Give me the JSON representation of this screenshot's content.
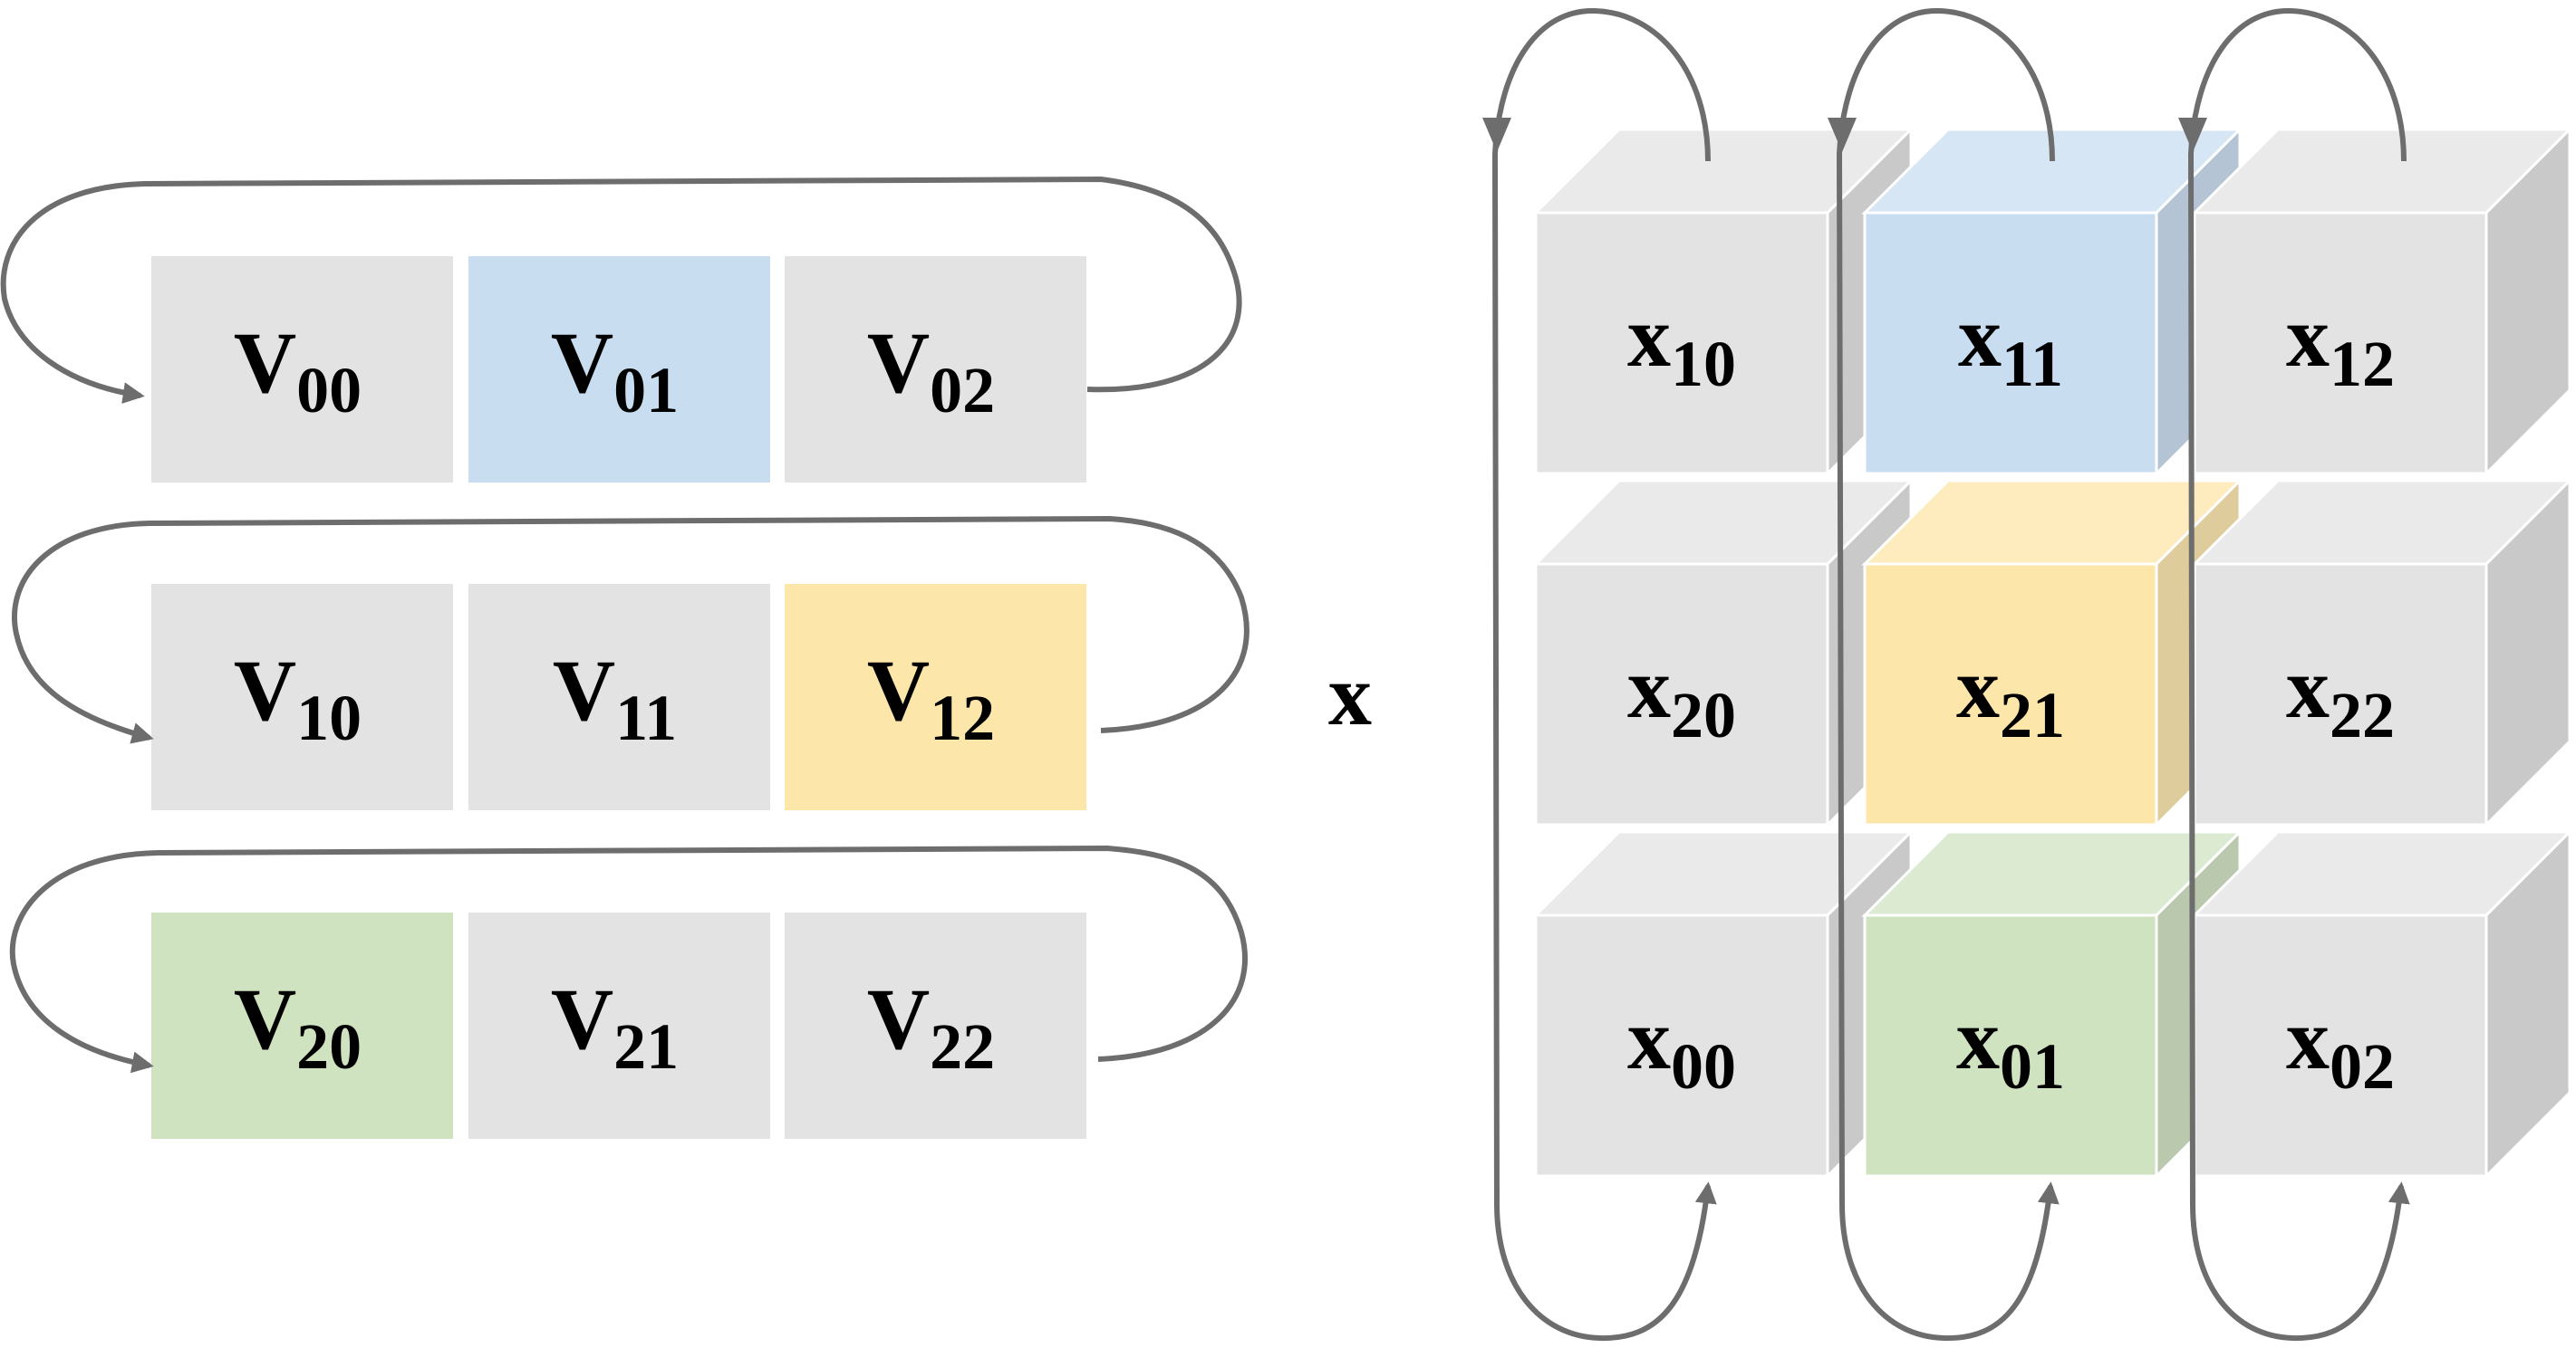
{
  "left_matrix": {
    "cells": [
      [
        {
          "base": "V",
          "sub": "00",
          "color": "#e3e3e3"
        },
        {
          "base": "V",
          "sub": "01",
          "color": "#c9ddf1"
        },
        {
          "base": "V",
          "sub": "02",
          "color": "#e3e3e3"
        }
      ],
      [
        {
          "base": "V",
          "sub": "10",
          "color": "#e3e3e3"
        },
        {
          "base": "V",
          "sub": "11",
          "color": "#e3e3e3"
        },
        {
          "base": "V",
          "sub": "12",
          "color": "#fde6a9"
        }
      ],
      [
        {
          "base": "V",
          "sub": "20",
          "color": "#cfe3c0"
        },
        {
          "base": "V",
          "sub": "21",
          "color": "#e3e3e3"
        },
        {
          "base": "V",
          "sub": "22",
          "color": "#e3e3e3"
        }
      ]
    ]
  },
  "operator": "x",
  "right_matrix": {
    "cells": [
      [
        {
          "base": "x",
          "sub": "10",
          "color": "#e3e3e3"
        },
        {
          "base": "x",
          "sub": "11",
          "color": "#c9ddf1"
        },
        {
          "base": "x",
          "sub": "12",
          "color": "#e3e3e3"
        }
      ],
      [
        {
          "base": "x",
          "sub": "20",
          "color": "#e3e3e3"
        },
        {
          "base": "x",
          "sub": "21",
          "color": "#fde6a9"
        },
        {
          "base": "x",
          "sub": "22",
          "color": "#e3e3e3"
        }
      ],
      [
        {
          "base": "x",
          "sub": "00",
          "color": "#e3e3e3"
        },
        {
          "base": "x",
          "sub": "01",
          "color": "#cfe3c0"
        },
        {
          "base": "x",
          "sub": "02",
          "color": "#e3e3e3"
        }
      ]
    ]
  },
  "colors": {
    "gray": "#e3e3e3",
    "blue": "#c9ddf1",
    "yellow": "#fde6a9",
    "green": "#cfe3c0",
    "arrow": "#6d6d6d"
  }
}
